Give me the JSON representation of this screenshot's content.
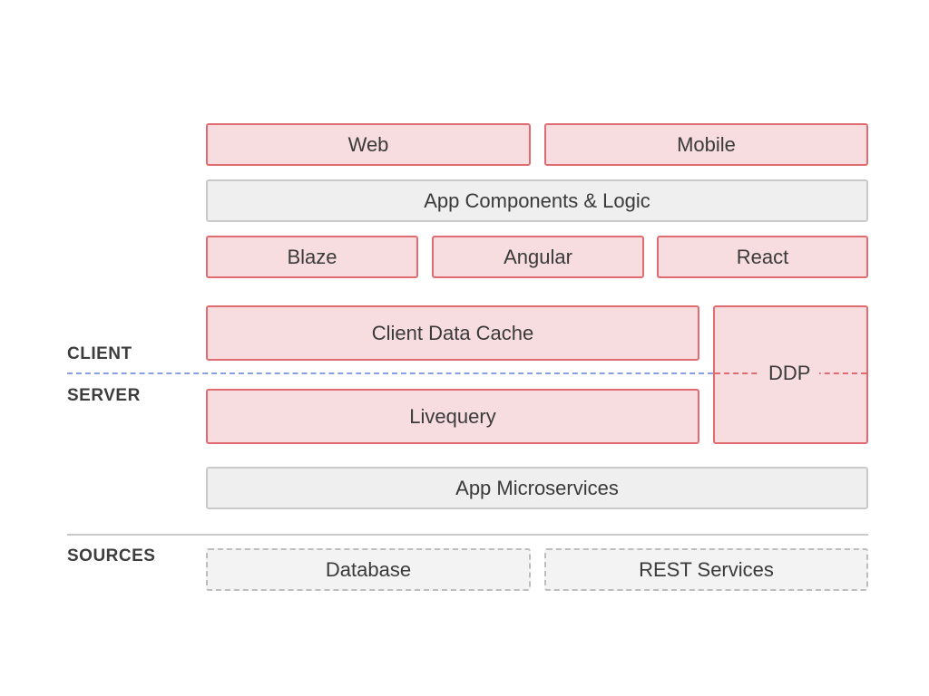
{
  "layers": {
    "web": "Web",
    "mobile": "Mobile",
    "app_components": "App Components & Logic",
    "blaze": "Blaze",
    "angular": "Angular",
    "react": "React",
    "client_data_cache": "Client Data Cache",
    "ddp": "DDP",
    "livequery": "Livequery",
    "app_microservices": "App Microservices",
    "database": "Database",
    "rest_services": "REST Services"
  },
  "side_labels": {
    "client": "CLIENT",
    "server": "SERVER",
    "sources": "SOURCES"
  },
  "colors": {
    "red_fill": "#f8dde0",
    "red_border": "#e06c72",
    "gray_fill": "#efefef",
    "gray_border": "#c9c9c9",
    "divider_blue": "#8a9fe0",
    "divider_red": "#e06c72"
  }
}
